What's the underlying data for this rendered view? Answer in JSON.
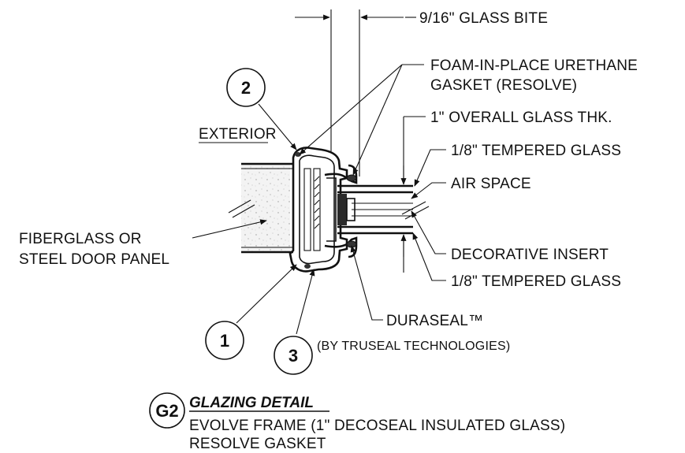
{
  "labels": {
    "glass_bite": "9/16\" GLASS BITE",
    "foam_gasket_line1": "FOAM-IN-PLACE URETHANE",
    "foam_gasket_line2": "GASKET (RESOLVE)",
    "overall_thickness": "1\" OVERALL GLASS THK.",
    "tempered_glass_top": "1/8\" TEMPERED GLASS",
    "air_space": "AIR SPACE",
    "decorative_insert": "DECORATIVE INSERT",
    "tempered_glass_bottom": "1/8\" TEMPERED GLASS",
    "duraseal": "DURASEAL™",
    "duraseal_note": "(BY TRUSEAL TECHNOLOGIES)",
    "exterior": "EXTERIOR",
    "door_panel_line1": "FIBERGLASS OR",
    "door_panel_line2": "STEEL DOOR PANEL"
  },
  "callouts": {
    "one": "1",
    "two": "2",
    "three": "3"
  },
  "title_block": {
    "tag": "G2",
    "title": "GLAZING DETAIL",
    "subtitle_line1": "EVOLVE FRAME (1\" DECOSEAL INSULATED GLASS)",
    "subtitle_line2": "RESOLVE GASKET"
  }
}
